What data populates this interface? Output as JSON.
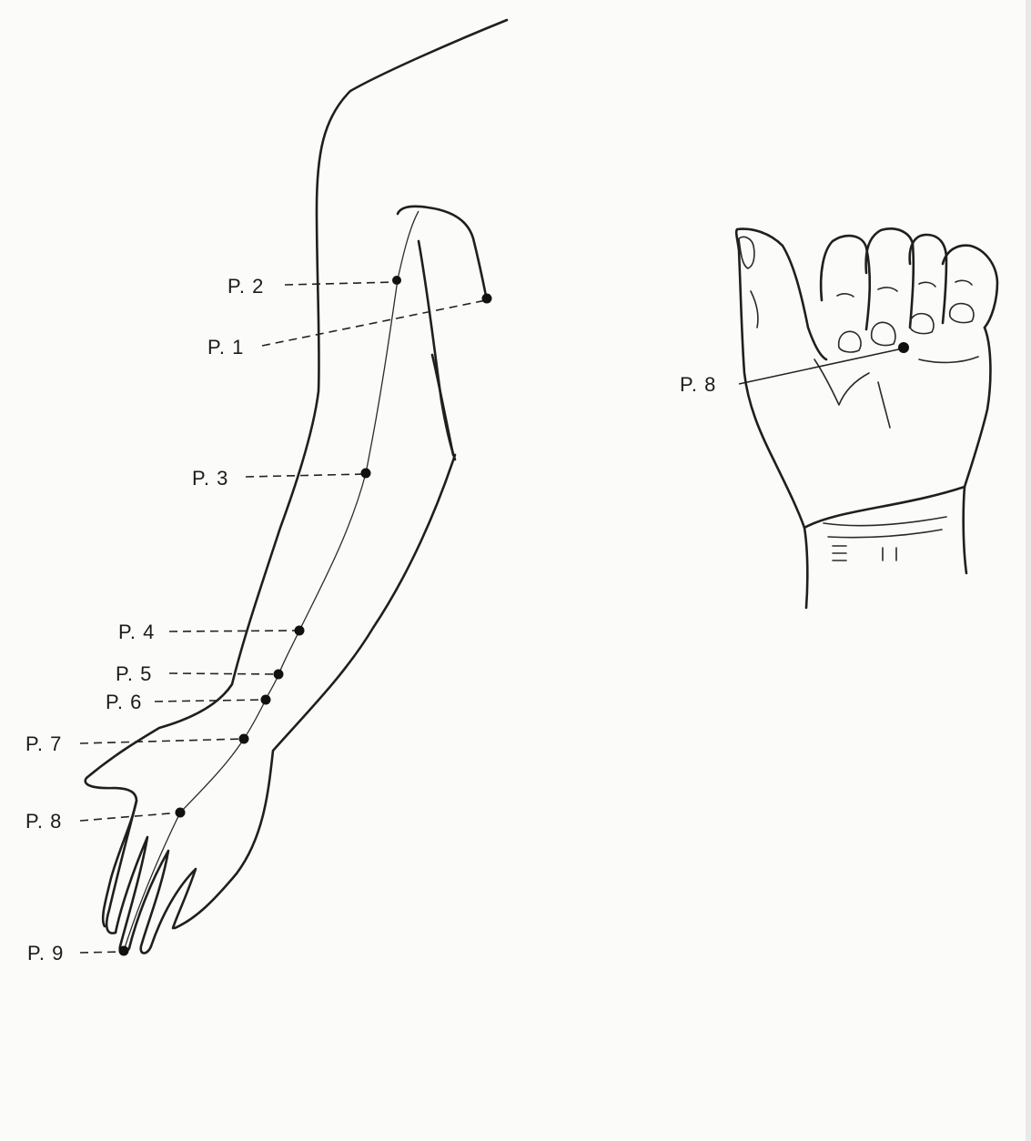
{
  "arm_points": [
    {
      "id": "p1",
      "label": "P. 1"
    },
    {
      "id": "p2",
      "label": "P. 2"
    },
    {
      "id": "p3",
      "label": "P. 3"
    },
    {
      "id": "p4",
      "label": "P. 4"
    },
    {
      "id": "p5",
      "label": "P. 5"
    },
    {
      "id": "p6",
      "label": "P. 6"
    },
    {
      "id": "p7",
      "label": "P. 7"
    },
    {
      "id": "p8",
      "label": "P. 8"
    },
    {
      "id": "p9",
      "label": "P. 9"
    }
  ],
  "hand_point": {
    "id": "hand-p8",
    "label": "P. 8"
  }
}
